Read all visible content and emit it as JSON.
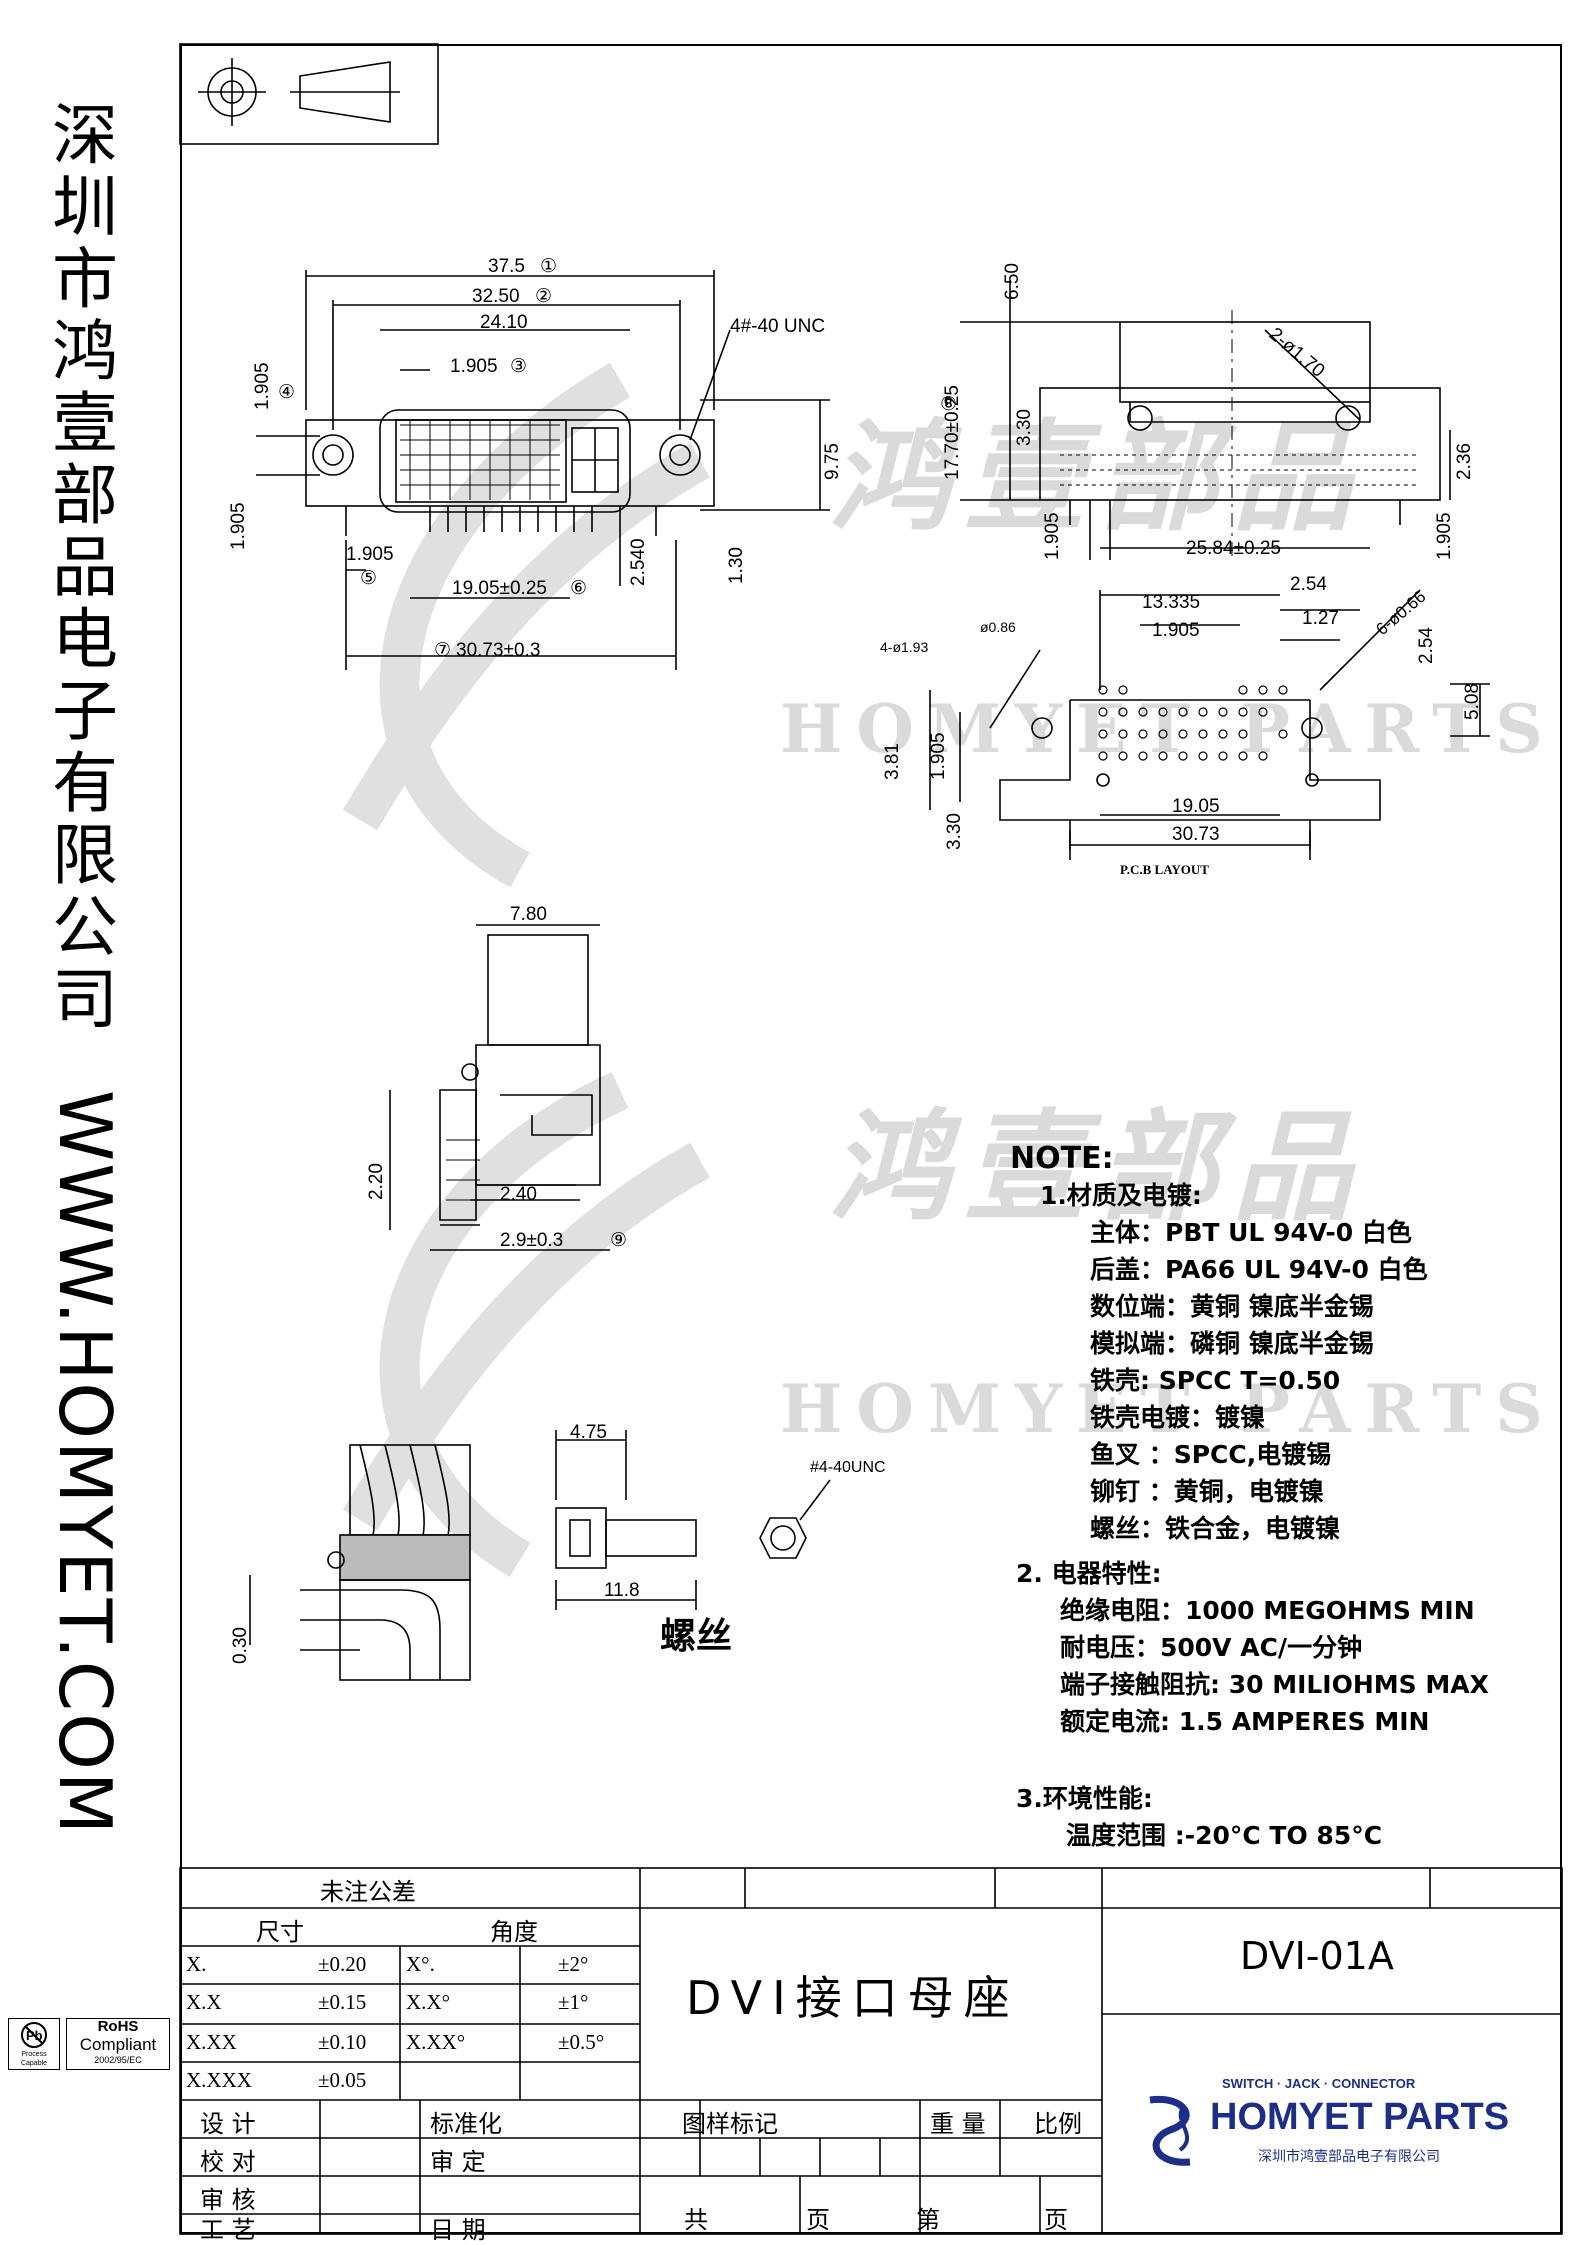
{
  "side": {
    "company": "深圳市鸿壹部品电子有限公司",
    "website": "WWW.HOMYET.COM"
  },
  "watermark": {
    "cn": "鸿壹部品",
    "en": "HOMYET PARTS"
  },
  "dims": {
    "d1": "37.5",
    "n1": "①",
    "d2": "32.50",
    "n2": "②",
    "d3": "24.10",
    "d4": "1.905",
    "n3": "③",
    "d5": "1.905",
    "n4": "④",
    "unc": "4#-40 UNC",
    "d6": "9.75",
    "d7": "1.905",
    "d8": "1.905",
    "n5": "⑤",
    "d9": "19.05±0.25",
    "n6": "⑥",
    "d10": "2.540",
    "d11": "1.30",
    "d12": "30.73±0.3",
    "n7": "⑦",
    "s1": "6.50",
    "s2": "17.70±0.25",
    "n8": "⑧",
    "s3": "2-ø1.70",
    "s4": "3.30",
    "s5": "2.36",
    "s6": "1.905",
    "s7": "25.84±0.25",
    "s8": "1.905",
    "p1": "13.335",
    "p2": "2.54",
    "p3": "ø0.86",
    "p4": "1.905",
    "p5": "1.27",
    "p6": "6-ø0.66",
    "p7": "4-ø1.93",
    "p8": "2.54",
    "p9": "5.08",
    "p10": "3.81",
    "p11": "1.905",
    "p12": "19.05",
    "p13": "30.73",
    "p14": "3.30",
    "p15": "P.C.B   LAYOUT",
    "v1": "7.80",
    "v2": "2.20",
    "v3": "2.40",
    "v4": "2.9±0.3",
    "n9": "⑨",
    "c1": "0.30",
    "sc1": "4.75",
    "sc2": "11.8",
    "sc3": "#4-40UNC",
    "screw": "螺丝"
  },
  "notes": {
    "title": "NOTE:",
    "s1": "1.材质及电镀:",
    "s1_items": [
      "主体：PBT UL 94V-0 白色",
      "后盖：PA66 UL 94V-0 白色",
      "数位端：黄铜 镍底半金锡",
      "模拟端：磷铜 镍底半金锡",
      "铁壳: SPCC T=0.50",
      "铁壳电镀：镀镍",
      "鱼叉 ：SPCC,电镀锡",
      "铆钉 ：黄铜，电镀镍",
      "螺丝：铁合金，电镀镍"
    ],
    "s2": "2. 电器特性:",
    "s2_items": [
      "绝缘电阻：1000 MEGOHMS MIN",
      "耐电压：500V AC/一分钟",
      "端子接触阻抗: 30 MILIOHMS MAX",
      "额定电流:  1.5 AMPERES MIN"
    ],
    "s3": "3.环境性能:",
    "s3_items": [
      "温度范围 :-20°C TO 85°C"
    ]
  },
  "titleblock": {
    "tolerance": "未注公差",
    "size": "尺寸",
    "angle": "角度",
    "rows": [
      {
        "a": "X.",
        "b": "±0.20",
        "c": "X°.",
        "d": "±2°"
      },
      {
        "a": "X.X",
        "b": "±0.15",
        "c": "X.X°",
        "d": "±1°"
      },
      {
        "a": "X.XX",
        "b": "±0.10",
        "c": "X.XX°",
        "d": "±0.5°"
      },
      {
        "a": "X.XXX",
        "b": "±0.05",
        "c": "",
        "d": ""
      }
    ],
    "design": "设 计",
    "check": "校 对",
    "review": "审 核",
    "process": "工 艺",
    "standard": "标准化",
    "approve": "审 定",
    "date": "日 期",
    "drawing_mark": "图样标记",
    "weight": "重 量",
    "scale": "比例",
    "total": "共",
    "page": "页",
    "sheet": "第",
    "page2": "页",
    "product": "DVI接口母座",
    "part_no": "DVI-01A",
    "brand_tag": "SWITCH · JACK · CONNECTOR",
    "brand_name": "HOMYET PARTS",
    "brand_company": "深圳市鸿壹部品电子有限公司"
  },
  "rohs": {
    "label1": "RoHS",
    "label2": "Compliant",
    "label3": "2002/95/EC",
    "pb1": "Process",
    "pb2": "Capable"
  }
}
